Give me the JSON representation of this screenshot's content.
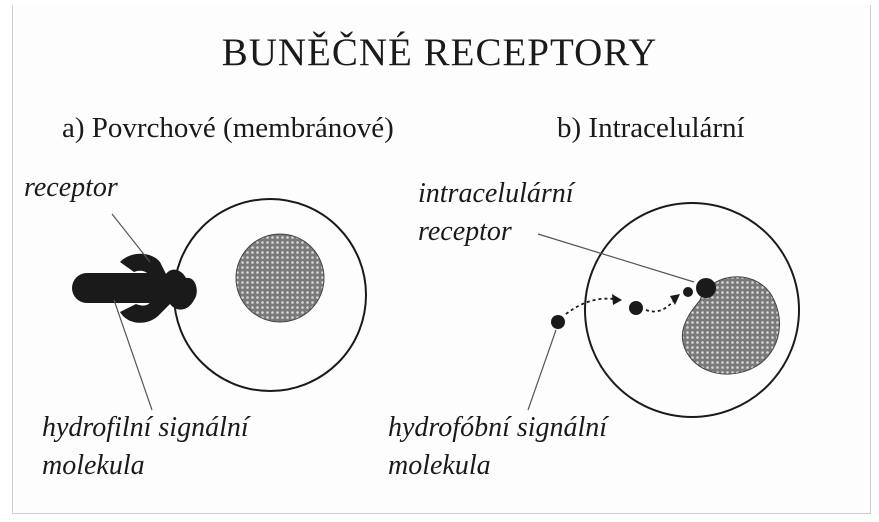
{
  "title": "BUNĚČNÉ RECEPTORY",
  "panel_a": {
    "heading": "a) Povrchové (membránové)",
    "receptor_label": "receptor",
    "molecule_label_line1": "hydrofilní signální",
    "molecule_label_line2": "molekula"
  },
  "panel_b": {
    "heading": "b) Intracelulární",
    "receptor_label_line1": "intracelulární",
    "receptor_label_line2": "receptor",
    "molecule_label_line1": "hydrofóbní signální",
    "molecule_label_line2": "molekula"
  },
  "colors": {
    "ink": "#1a1a1a",
    "nucleus": "#555555",
    "background": "#ffffff"
  }
}
